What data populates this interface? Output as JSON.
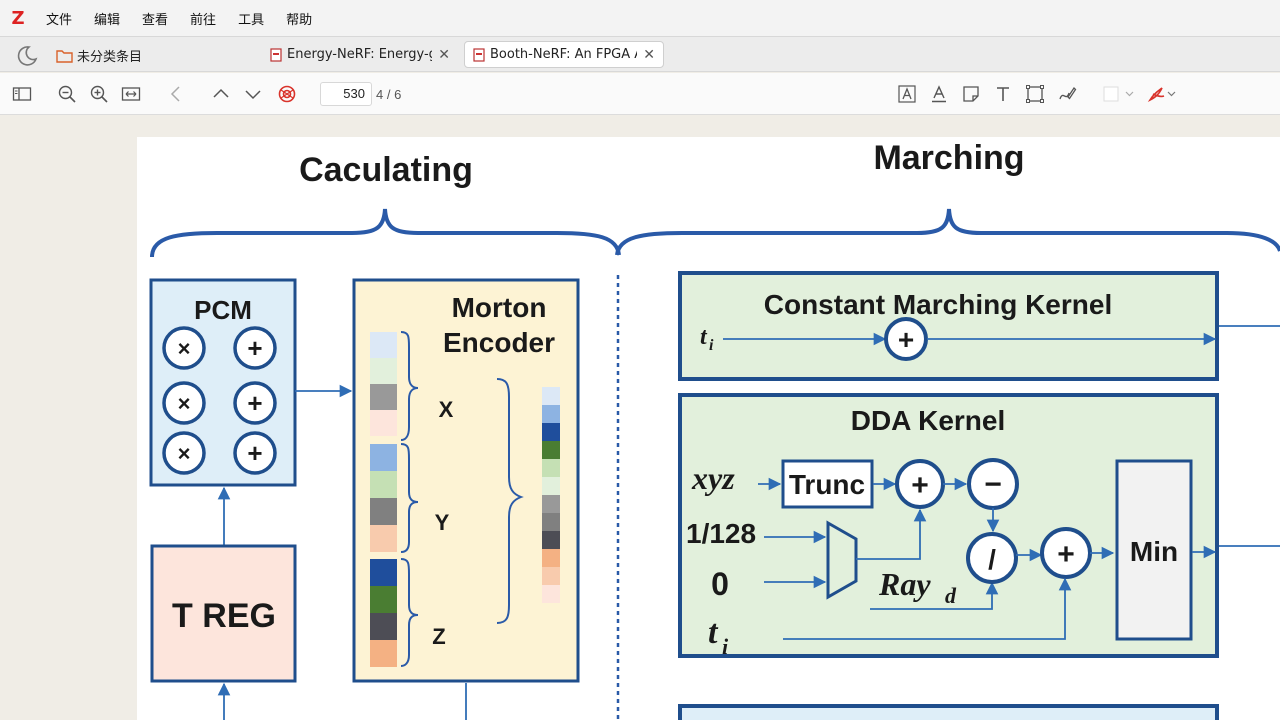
{
  "app": {
    "logo": "Z",
    "menu": [
      "文件",
      "编辑",
      "查看",
      "前往",
      "工具",
      "帮助"
    ]
  },
  "tabs": {
    "collection_label": "未分类条目",
    "items": [
      {
        "title": "Energy-NeRF: Energy-gu",
        "active": false
      },
      {
        "title": "Booth-NeRF: An FPGA A",
        "active": true
      }
    ]
  },
  "toolbar": {
    "page_input": "530",
    "page_count": "4 / 6",
    "icons": [
      "sidebar-toggle-icon",
      "zoom-out-icon",
      "zoom-in-icon",
      "fit-width-icon",
      "back-icon",
      "page-up-icon",
      "page-down-icon",
      "ai-assistant-icon",
      "highlight-text-icon",
      "underline-text-icon",
      "note-icon",
      "text-icon",
      "area-select-icon",
      "ink-icon",
      "color-picker-icon",
      "pdf-export-icon"
    ]
  },
  "figure": {
    "left_section": "Caculating",
    "right_section": "Marching",
    "pcm": {
      "title": "PCM",
      "ops": [
        "×",
        "+",
        "×",
        "+",
        "×",
        "+"
      ]
    },
    "treg": "T REG",
    "morton": {
      "title_line1": "Morton",
      "title_line2": "Encoder",
      "axes": [
        "X",
        "Y",
        "Z"
      ]
    },
    "cmk": {
      "title": "Constant Marching Kernel",
      "input": "t",
      "input_sub": "i",
      "op": "+"
    },
    "dda": {
      "title": "DDA Kernel",
      "inputs": [
        "xyz",
        "1/128",
        "0"
      ],
      "t_input": "t",
      "t_sub": "i",
      "trunc": "Trunc",
      "ray": "Ray",
      "ray_sub": "d",
      "ops": [
        "+",
        "−",
        "/",
        "+"
      ],
      "min": "Min"
    }
  },
  "colors": {
    "accent": "#1f4e8c",
    "pcm_fill": "#deeef8",
    "treg_fill": "#fde5dc",
    "morton_fill": "#fdf3d4",
    "kernel_fill": "#e2f0dc",
    "arrow": "#2f6db5"
  }
}
